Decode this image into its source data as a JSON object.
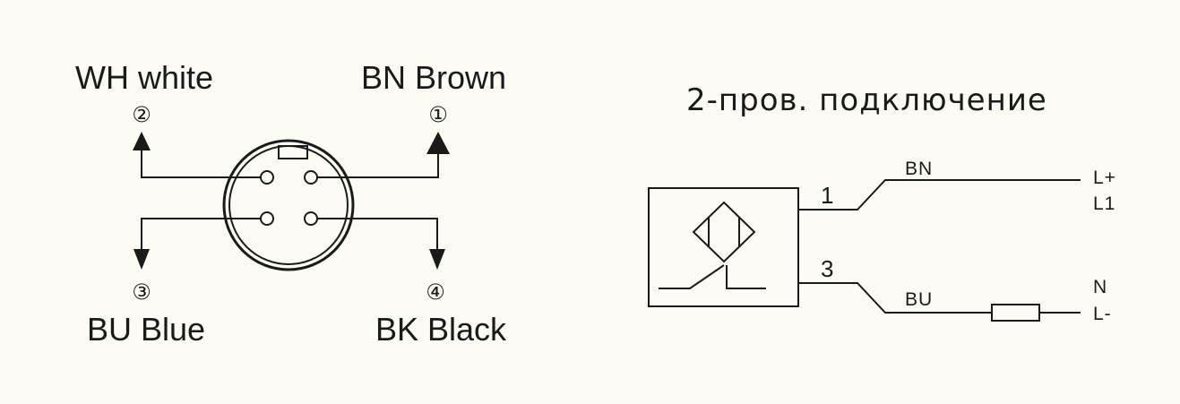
{
  "connector": {
    "pin1": {
      "number": "①",
      "label": "BN Brown"
    },
    "pin2": {
      "number": "②",
      "label": "WH white"
    },
    "pin3": {
      "number": "③",
      "label": "BU Blue"
    },
    "pin4": {
      "number": "④",
      "label": "BK Black"
    }
  },
  "wiring": {
    "title": "2-пров. подключение",
    "terminal_1": "1",
    "terminal_3": "3",
    "wire_top": "BN",
    "wire_bottom": "BU",
    "supply_top_line1": "L+",
    "supply_top_line2": "L1",
    "supply_bottom_line1": "N",
    "supply_bottom_line2": "L-"
  },
  "colors": {
    "ink": "#1a1a1a",
    "background": "#fdfcf4"
  }
}
